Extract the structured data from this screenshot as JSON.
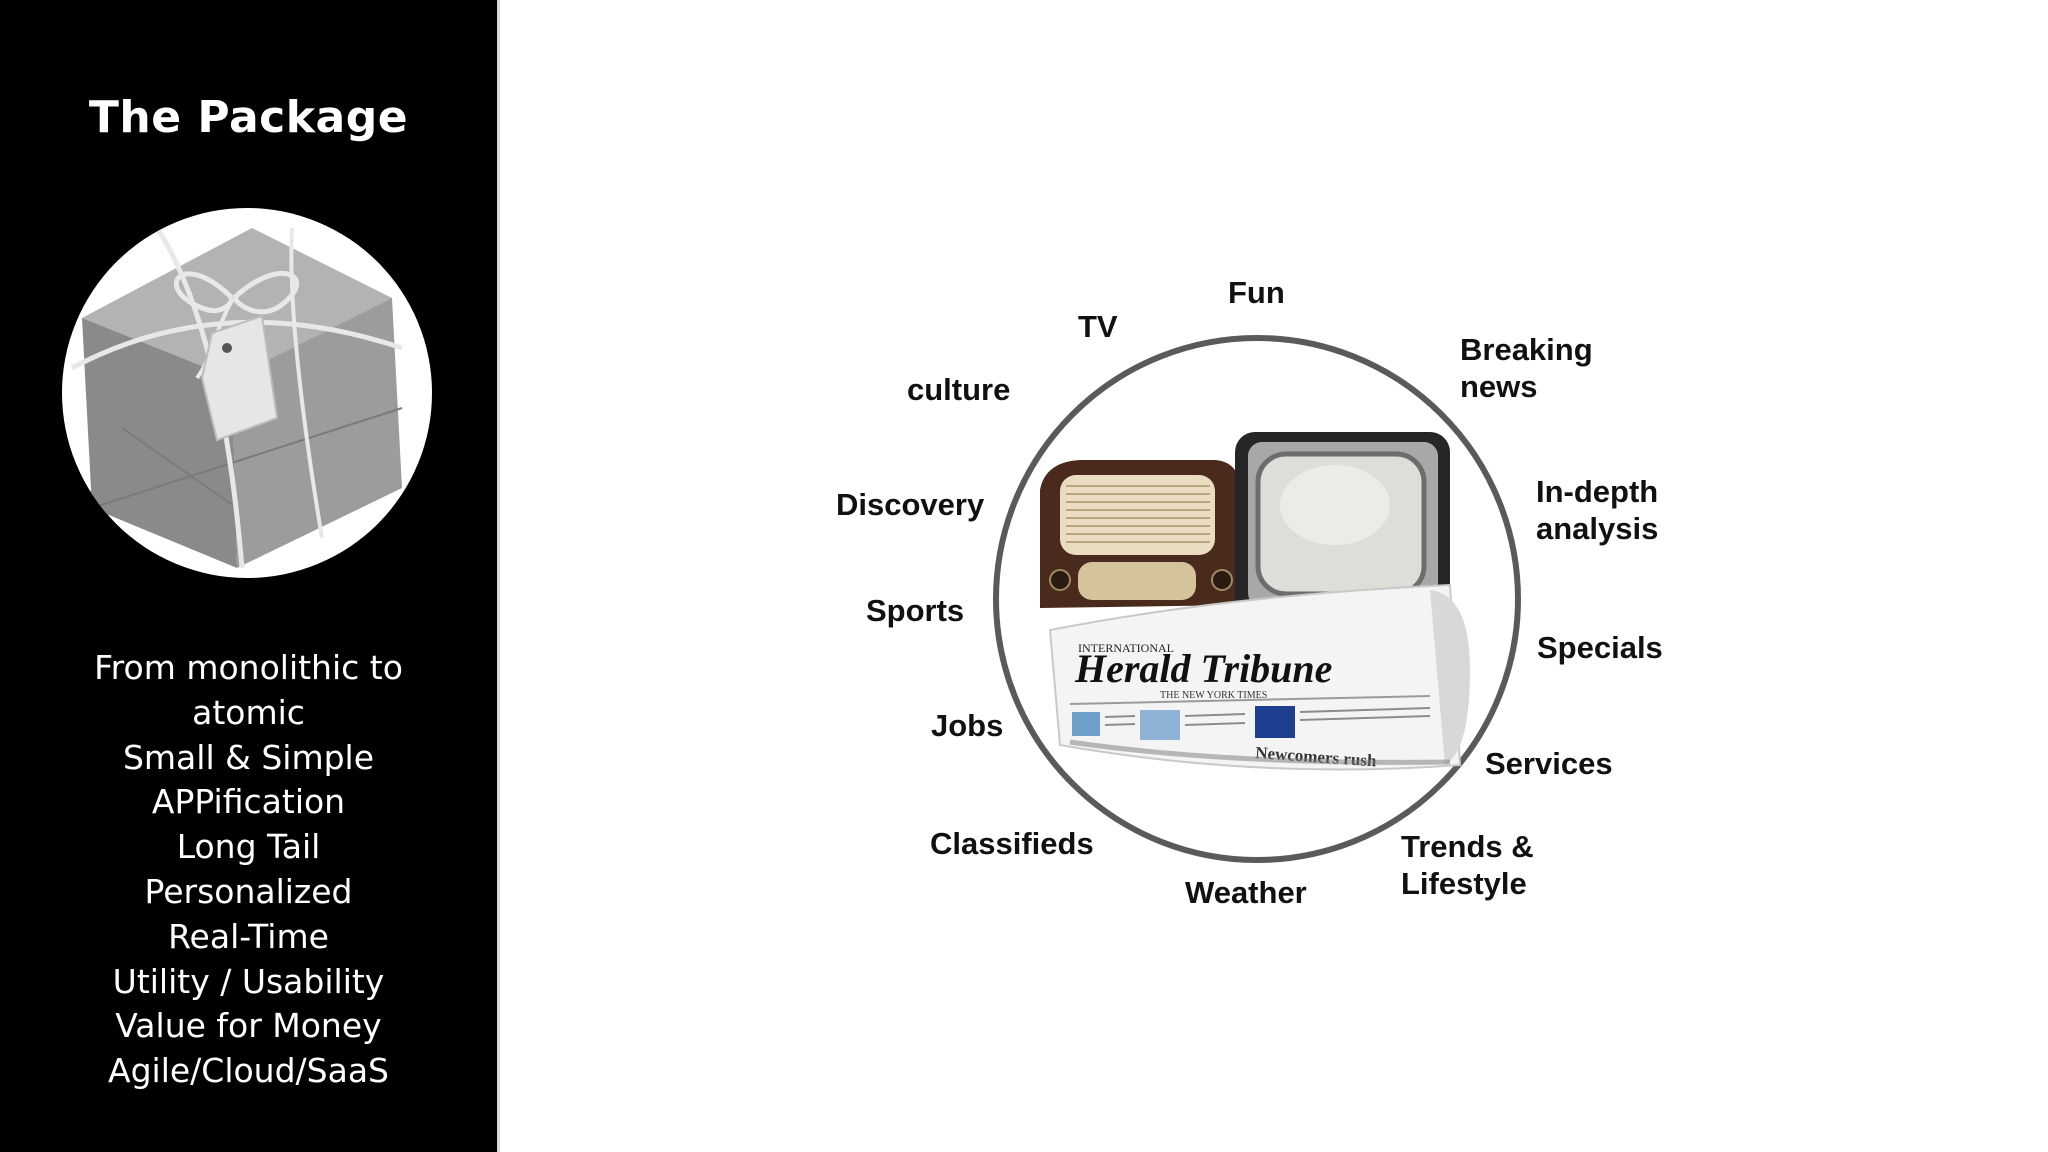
{
  "sidebar": {
    "title": "The Package",
    "items": [
      "From monolithic to",
      "atomic",
      "Small & Simple",
      "APPification",
      "Long Tail",
      "Personalized",
      "Real-Time",
      "Utility / Usability",
      "Value for Money",
      "Agile/Cloud/SaaS"
    ]
  },
  "labels": {
    "fun": "Fun",
    "tv": "TV",
    "breaking_news": "Breaking\nnews",
    "culture": "culture",
    "in_depth": "In-depth\nanalysis",
    "discovery": "Discovery",
    "sports": "Sports",
    "specials": "Specials",
    "jobs": "Jobs",
    "services": "Services",
    "classifieds": "Classifieds",
    "trends": "Trends &\nLifestyle",
    "weather": "Weather"
  },
  "newspaper": {
    "masthead_small": "INTERNATIONAL",
    "masthead": "Herald Tribune",
    "subline": "THE NEW YORK TIMES",
    "headline": "Newcomers rush"
  },
  "colors": {
    "sidebar_bg": "#000000",
    "circle_stroke": "#5a5a5a"
  }
}
